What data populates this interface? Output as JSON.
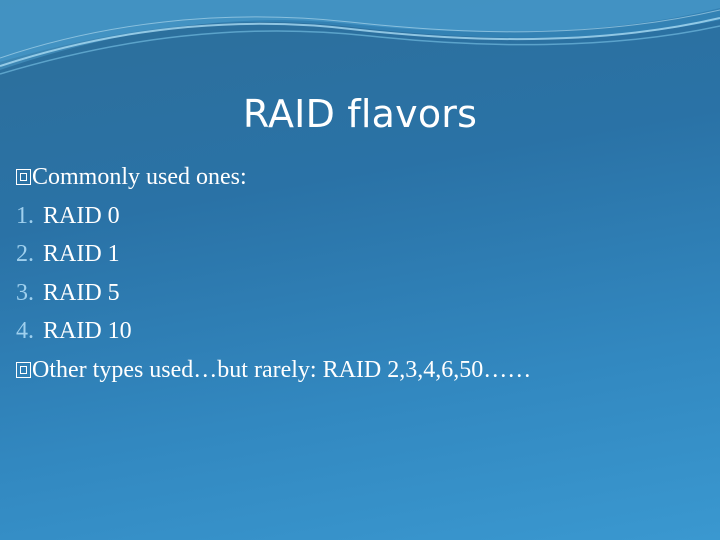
{
  "slide": {
    "title": "RAID flavors",
    "lead": "Commonly used ones:",
    "items": [
      {
        "num": "1.",
        "text": "RAID 0"
      },
      {
        "num": "2.",
        "text": "RAID 1"
      },
      {
        "num": "3.",
        "text": "RAID 5"
      },
      {
        "num": "4.",
        "text": "RAID 10"
      }
    ],
    "tail": "Other types used…but rarely: RAID 2,3,4,6,50……"
  },
  "colors": {
    "background": "#2a72a6",
    "text": "#ffffff",
    "number": "#9fd0ee"
  },
  "icons": {
    "bullet": "hollow-square-bullet-icon"
  }
}
